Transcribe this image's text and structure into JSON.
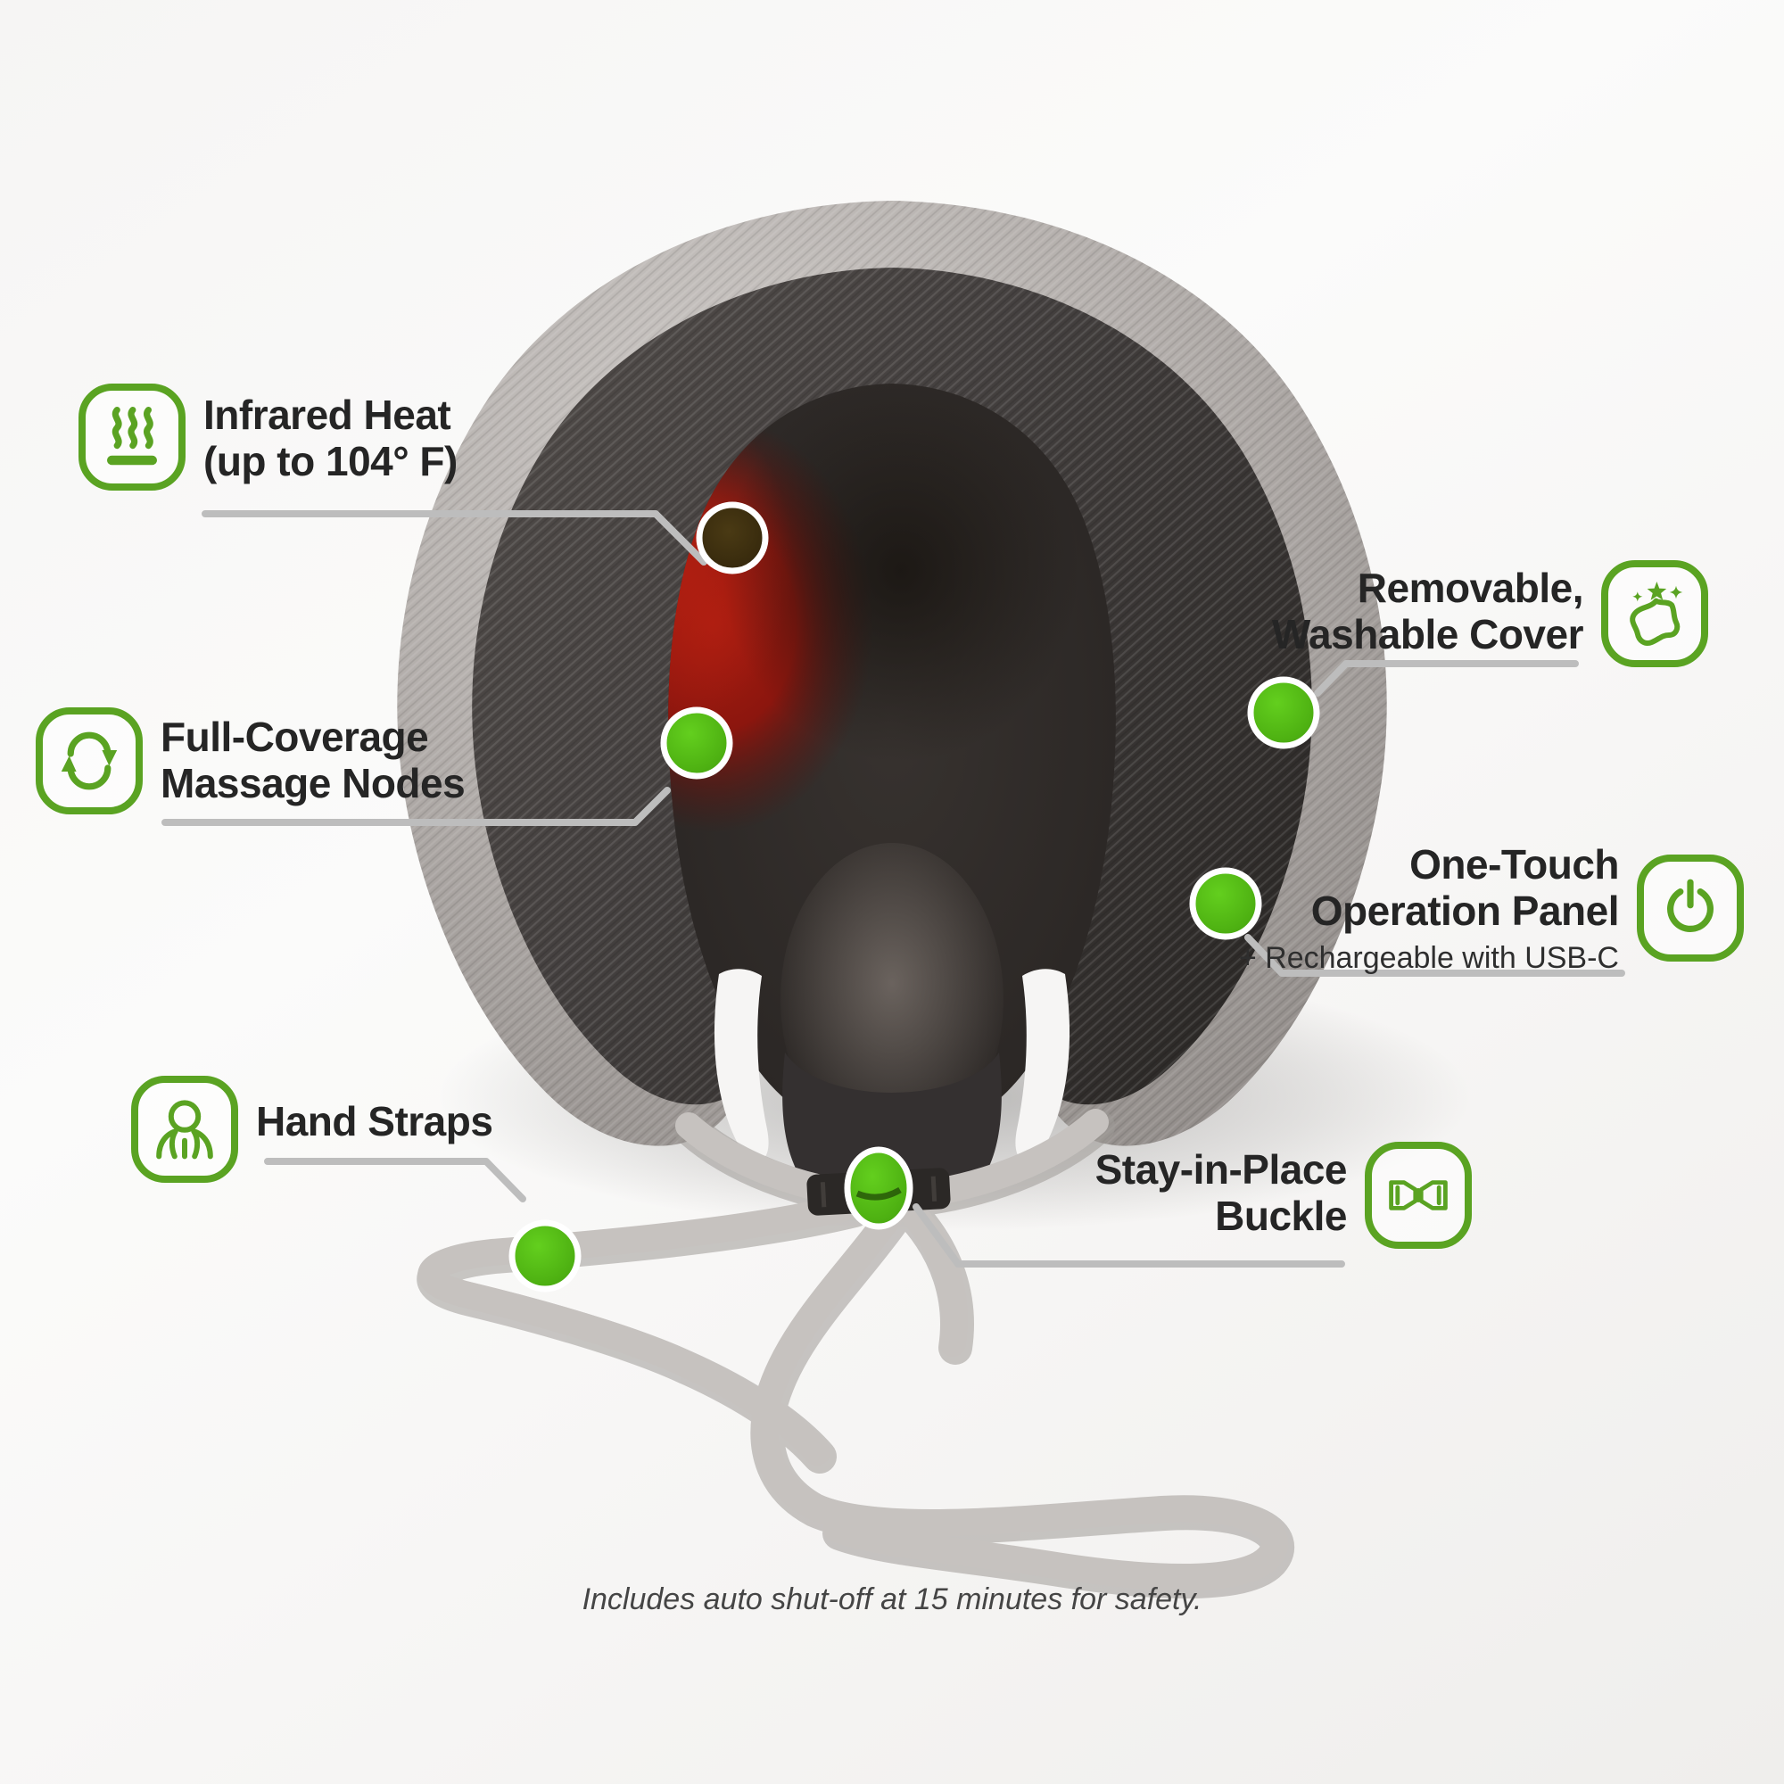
{
  "callouts": {
    "infrared": {
      "line1": "Infrared Heat",
      "line2": "(up to 104° F)",
      "icon": "heat-waves-icon"
    },
    "massage": {
      "line1": "Full-Coverage",
      "line2": "Massage Nodes",
      "icon": "circular-arrows-icon"
    },
    "hand_straps": {
      "line1": "Hand Straps",
      "icon": "person-wearing-pillow-icon"
    },
    "cover": {
      "line1": "Removable,",
      "line2": "Washable Cover",
      "icon": "fabric-sparkle-icon"
    },
    "panel": {
      "line1": "One-Touch",
      "line2": "Operation Panel",
      "subtitle": "+ Rechargeable with USB-C",
      "icon": "power-icon"
    },
    "buckle": {
      "line1": "Stay-in-Place",
      "line2": "Buckle",
      "icon": "buckle-icon"
    }
  },
  "footer": {
    "note": "Includes auto shut-off at 15 minutes for safety."
  },
  "product": {
    "description": "Gray U-shaped heated neck massage pillow with straps and buckle"
  },
  "colors": {
    "accent_green_icon": "#5aa322",
    "marker_green": "#50bb13",
    "leader_gray": "#bdbdbd",
    "heading_text": "#252525",
    "footer_text": "#454545",
    "pillow_outer_gray": "#b2adaa",
    "pillow_charcoal": "#454140",
    "heat_glow_red": "#a81c10",
    "strap_gray": "#c6c2bf"
  }
}
